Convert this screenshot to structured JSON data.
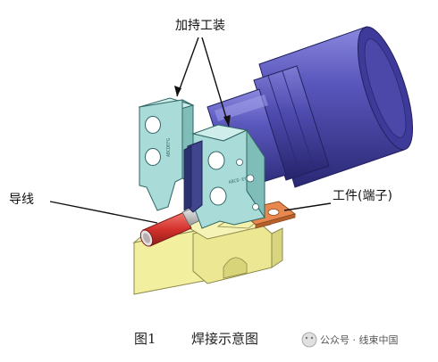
{
  "labels": {
    "fixture": "加持工装",
    "wire": "导线",
    "workpiece": "工件(端子)"
  },
  "caption": {
    "figure_number": "图1",
    "title": "焊接示意图"
  },
  "watermark": "公众号 · 线束中国",
  "colors": {
    "fixture_teal": "#a9dcd8",
    "motor_blue": "#4d4ba8",
    "base_yellow": "#eeeb9c",
    "wire_red": "#d5322d",
    "terminal_orange": "#e8884e"
  }
}
